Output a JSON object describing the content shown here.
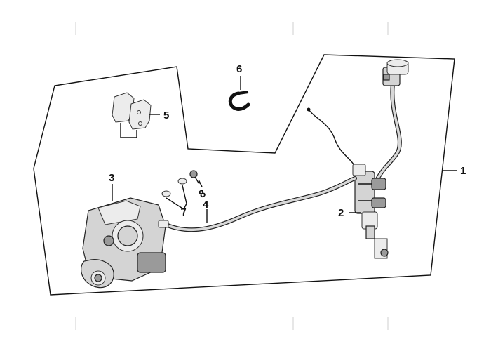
{
  "callouts": {
    "c1": "1",
    "c2": "2",
    "c3": "3",
    "c4": "4",
    "c5": "5",
    "c6": "6",
    "c7": "7",
    "c8": "8"
  },
  "colors": {
    "line": "#111111",
    "part_fill": "#d4d4d4",
    "background": "#ffffff"
  }
}
